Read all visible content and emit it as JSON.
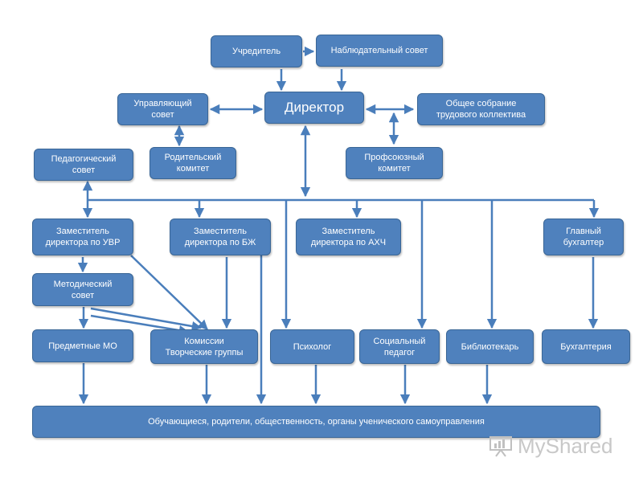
{
  "nodes": {
    "founder": "Учредитель",
    "supervisory_board": "Наблюдательный совет",
    "director": "Директор",
    "governing_board": "Управляющий\nсовет",
    "general_meeting": "Общее собрание\nтрудового коллектива",
    "parent_committee": "Родительский\nкомитет",
    "union_committee": "Профсоюзный\nкомитет",
    "pedagogical_council": "Педагогический\nсовет",
    "deputy_uvr": "Заместитель\nдиректора по УВР",
    "deputy_bzh": "Заместитель\nдиректора по БЖ",
    "deputy_ahch": "Заместитель\nдиректора по АХЧ",
    "chief_accountant": "Главный\nбухгалтер",
    "methodical_council": "Методический\nсовет",
    "subject_mo": "Предметные МО",
    "commissions": "Комиссии\nТворческие группы",
    "psychologist": "Психолог",
    "social_pedagog": "Социальный\nпедагог",
    "librarian": "Библиотекарь",
    "accounting": "Бухгалтерия",
    "bottom": "Обучающиеся, родители, общественность,  органы ученического самоуправления"
  },
  "watermark": {
    "text": "MyShared"
  },
  "colors": {
    "box": "#4f81bd",
    "line": "#4a7ebb"
  }
}
